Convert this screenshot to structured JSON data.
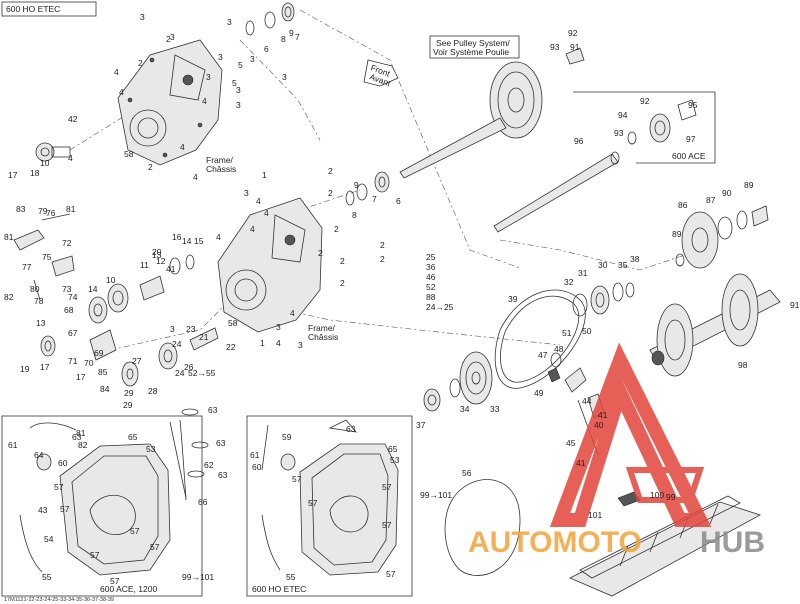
{
  "titles": {
    "top_left": "600 HO ETEC",
    "ace_inset": "600 ACE",
    "bottom_left": "600 ACE, 1200",
    "bottom_mid": "600 HO ETEC"
  },
  "notes": {
    "pulley_line1": "See Pulley System/",
    "pulley_line2": "Voir Système Poulie",
    "front_line1": "Front",
    "front_line2": "Avant",
    "frame_top_1": "Frame/",
    "frame_top_2": "Châssis",
    "frame_mid_1": "Frame/",
    "frame_mid_2": "Châssis",
    "figure_code": "17M1121-22-23-24-25-33-34-35-36-37-38-39"
  },
  "callouts": [
    "1",
    "2",
    "3",
    "4",
    "5",
    "6",
    "7",
    "8",
    "9",
    "10",
    "11",
    "12",
    "13",
    "14",
    "15",
    "16",
    "17",
    "18",
    "19",
    "20",
    "21",
    "22",
    "23",
    "24",
    "25",
    "26",
    "27",
    "28",
    "29",
    "30",
    "31",
    "32",
    "33",
    "34",
    "35",
    "36",
    "37",
    "38",
    "39",
    "40",
    "41",
    "42",
    "43",
    "44",
    "45",
    "46",
    "47",
    "48",
    "49",
    "50",
    "51",
    "52",
    "53",
    "54",
    "55",
    "56",
    "57",
    "58",
    "59",
    "60",
    "61",
    "62",
    "63",
    "64",
    "65",
    "66",
    "67",
    "68",
    "69",
    "70",
    "71",
    "72",
    "73",
    "74",
    "75",
    "76",
    "77",
    "78",
    "79",
    "80",
    "81",
    "82",
    "83",
    "84",
    "85",
    "86",
    "87",
    "88",
    "89",
    "90",
    "91",
    "92",
    "93",
    "94",
    "95",
    "96",
    "97",
    "98",
    "99",
    "100",
    "101",
    "24→25",
    "52→55",
    "99→101"
  ],
  "watermark": {
    "text_a": "AUTOMOTO",
    "text_b": "HUB",
    "color_red": "#e2453c",
    "color_orange": "#f2a43a",
    "color_gray": "#8a8a8a"
  }
}
